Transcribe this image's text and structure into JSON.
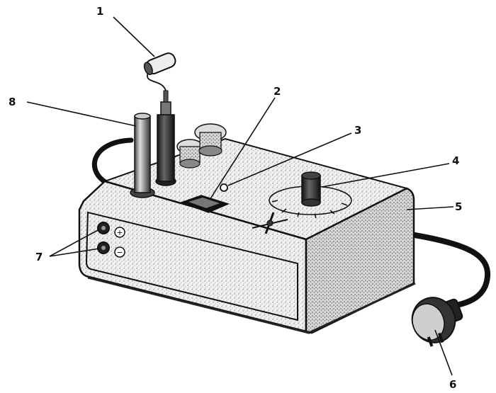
{
  "diagram": {
    "callouts": [
      {
        "id": "1",
        "label": "1"
      },
      {
        "id": "2",
        "label": "2"
      },
      {
        "id": "3",
        "label": "3"
      },
      {
        "id": "4",
        "label": "4"
      },
      {
        "id": "5",
        "label": "5"
      },
      {
        "id": "6",
        "label": "6"
      },
      {
        "id": "7",
        "label": "7"
      },
      {
        "id": "8",
        "label": "8"
      }
    ],
    "panel_symbols": {
      "plus": "+",
      "minus": "−"
    },
    "colors": {
      "ink": "#111111",
      "paper": "#ffffff",
      "shade": "#8a8a8a"
    }
  }
}
